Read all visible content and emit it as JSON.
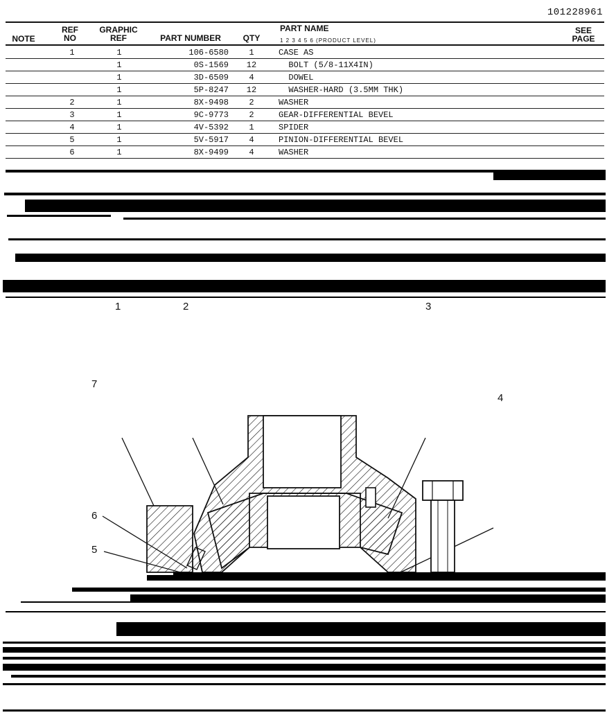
{
  "doc_id": "101228961",
  "headers": {
    "note": "NOTE",
    "ref_no": [
      "REF",
      "NO"
    ],
    "graphic_ref": [
      "GRAPHIC",
      "REF"
    ],
    "part_number": "PART NUMBER",
    "qty": "QTY",
    "part_name": "PART NAME",
    "product_level": "1  2  3  4  5  6  (PRODUCT LEVEL)",
    "see_page": [
      "SEE",
      "PAGE"
    ]
  },
  "rows": [
    {
      "ref": "1",
      "graphic": "1",
      "part_number": "106-6580",
      "qty": "1",
      "name": "CASE AS"
    },
    {
      "ref": "",
      "graphic": "1",
      "part_number": "0S-1569",
      "qty": "12",
      "name": "  BOLT (5/8-11X4IN)"
    },
    {
      "ref": "",
      "graphic": "1",
      "part_number": "3D-6509",
      "qty": "4",
      "name": "  DOWEL"
    },
    {
      "ref": "",
      "graphic": "1",
      "part_number": "5P-8247",
      "qty": "12",
      "name": "  WASHER-HARD (3.5MM THK)"
    },
    {
      "ref": "2",
      "graphic": "1",
      "part_number": "8X-9498",
      "qty": "2",
      "name": "WASHER"
    },
    {
      "ref": "3",
      "graphic": "1",
      "part_number": "9C-9773",
      "qty": "2",
      "name": "GEAR-DIFFERENTIAL BEVEL"
    },
    {
      "ref": "4",
      "graphic": "1",
      "part_number": "4V-5392",
      "qty": "1",
      "name": "SPIDER"
    },
    {
      "ref": "5",
      "graphic": "1",
      "part_number": "5V-5917",
      "qty": "4",
      "name": "PINION-DIFFERENTIAL BEVEL"
    },
    {
      "ref": "6",
      "graphic": "1",
      "part_number": "8X-9499",
      "qty": "4",
      "name": "WASHER"
    }
  ],
  "callouts": [
    "1",
    "2",
    "3",
    "4",
    "5",
    "6",
    "7"
  ]
}
